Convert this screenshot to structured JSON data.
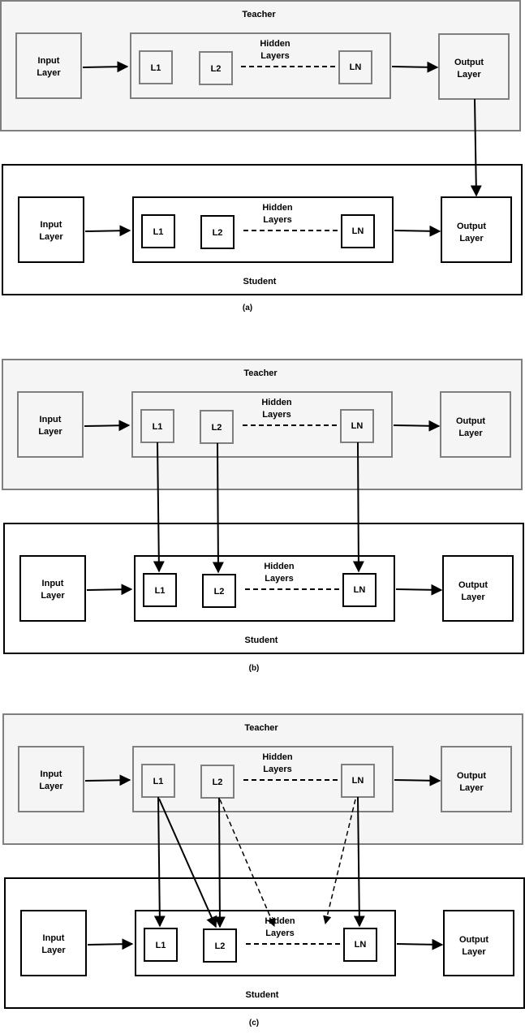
{
  "labels": {
    "teacher": "Teacher",
    "student": "Student",
    "input": [
      "Input",
      "Layer"
    ],
    "output": [
      "Output",
      "Layer"
    ],
    "hidden": [
      "Hidden",
      "Layers"
    ],
    "l1": "L1",
    "l2": "L2",
    "ln": "LN"
  },
  "panels": [
    {
      "caption": "(a)"
    },
    {
      "caption": "(b)"
    },
    {
      "caption": "(c)"
    }
  ]
}
